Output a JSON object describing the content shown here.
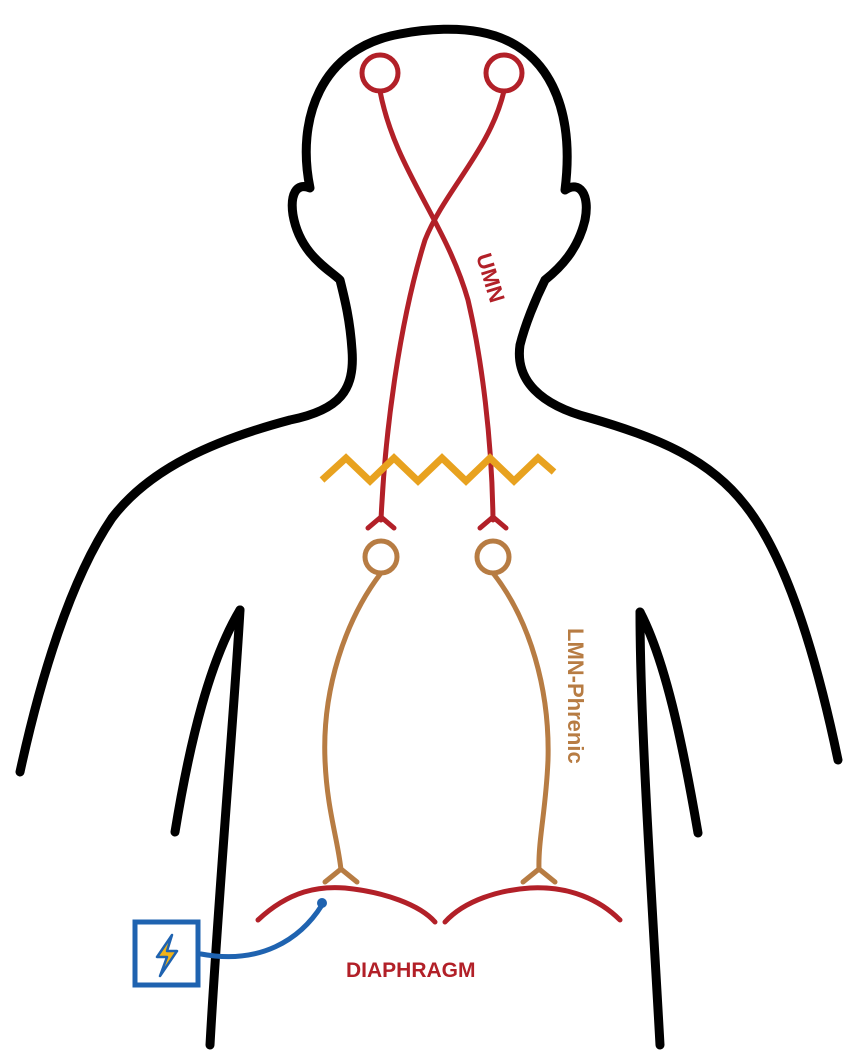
{
  "labels": {
    "umn": "UMN",
    "lmn": "LMN-Phrenic",
    "diaphragm": "DIAPHRAGM"
  },
  "icons": {
    "stimulator": "lightning-bolt-icon"
  },
  "colors": {
    "outline": "#000000",
    "umn": "#b22028",
    "lmn": "#b77c43",
    "injury": "#e8a21f",
    "diaphragm": "#b22028",
    "stimulator": "#1f63b0",
    "bolt": "#f2b317"
  }
}
